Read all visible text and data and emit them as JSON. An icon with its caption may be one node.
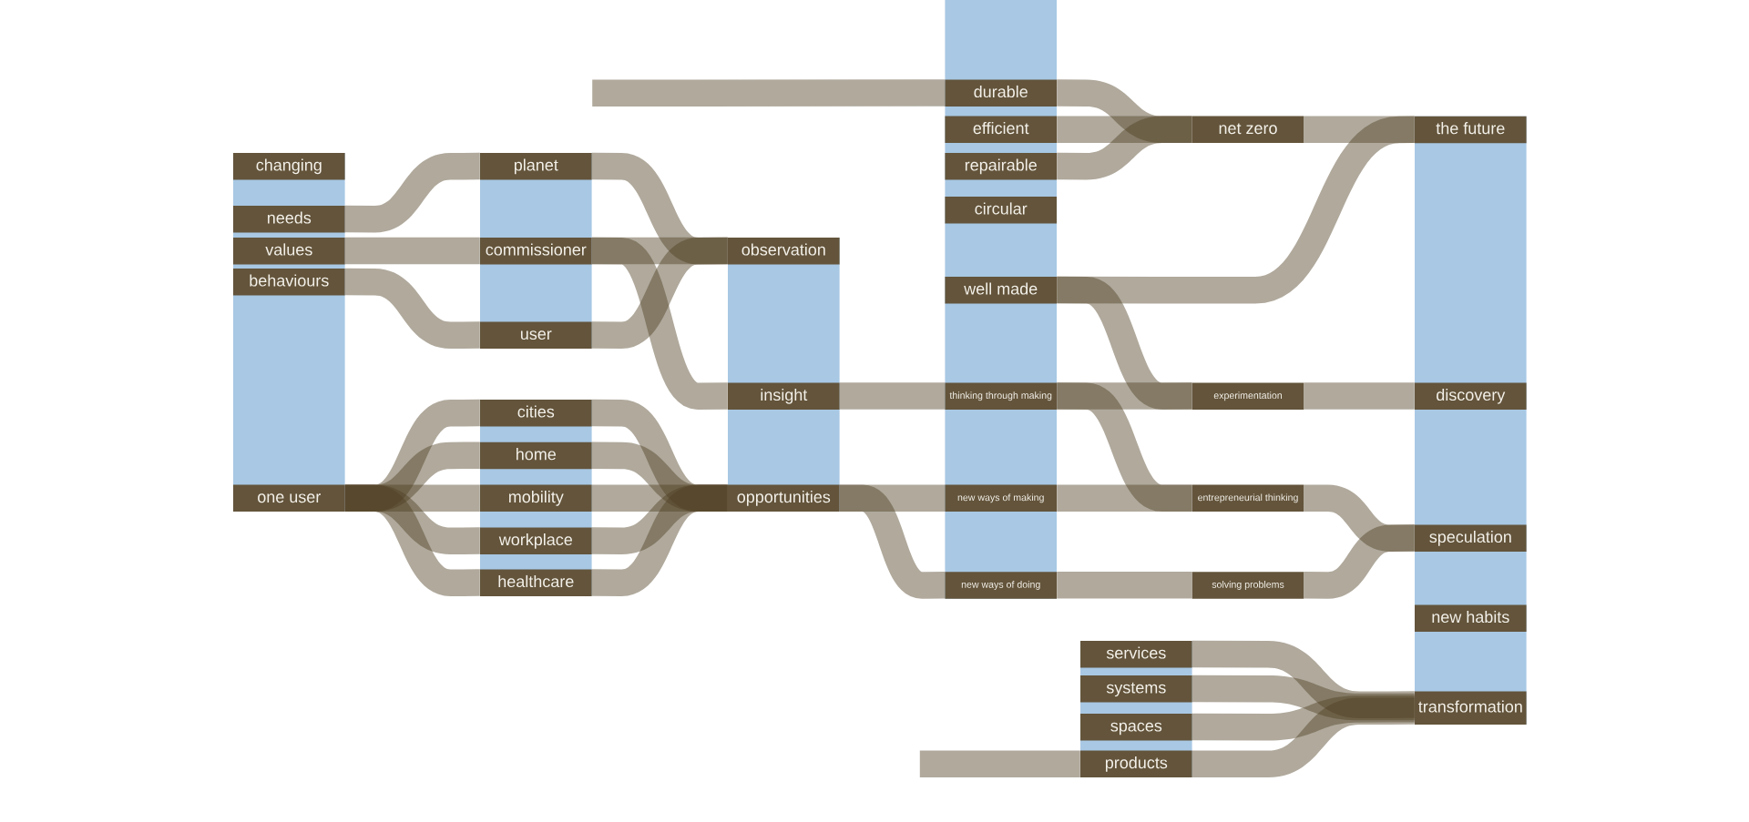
{
  "diagram": {
    "nodes": [
      {
        "text": [],
        "shape": "bar"
      },
      {
        "text": [
          "changing"
        ],
        "in": 0
      },
      {
        "text": [
          "needs"
        ],
        "in": 0
      },
      {
        "text": [
          "values"
        ],
        "in": 0
      },
      {
        "text": [
          "behaviours"
        ],
        "in": 0
      },
      {
        "text": [
          "one user"
        ],
        "in": 0
      },
      {
        "text": [],
        "shape": "bar"
      },
      {
        "text": [
          "planet"
        ],
        "in": 6
      },
      {
        "text": [
          "commissioner"
        ],
        "in": 6
      },
      {
        "text": [
          "user"
        ],
        "in": 6
      },
      {
        "text": [],
        "shape": "bar"
      },
      {
        "text": [
          "cities"
        ],
        "in": 10
      },
      {
        "text": [
          "home"
        ],
        "in": 10
      },
      {
        "text": [
          "mobility"
        ],
        "in": 10
      },
      {
        "text": [
          "workplace"
        ],
        "in": 10
      },
      {
        "text": [
          "healthcare"
        ],
        "in": 10
      },
      {
        "text": [],
        "shape": "bar"
      },
      {
        "text": [
          "observation"
        ],
        "in": 16
      },
      {
        "text": [
          "insight"
        ],
        "in": 16
      },
      {
        "text": [
          "opportunities"
        ],
        "in": 16
      },
      {
        "text": [],
        "shape": "bar"
      },
      {
        "text": [
          "durable"
        ],
        "in": 20
      },
      {
        "text": [
          "efficient"
        ],
        "in": 20
      },
      {
        "text": [
          "repairable"
        ],
        "in": 20
      },
      {
        "text": [
          "circular"
        ],
        "in": 20
      },
      {
        "text": [
          "well made"
        ],
        "in": 20
      },
      {
        "text": [
          "thinking through making"
        ],
        "in": 20
      },
      {
        "text": [
          "new ways of making"
        ],
        "in": 20
      },
      {
        "text": [
          "new ways of doing"
        ],
        "in": 20
      },
      {
        "text": [],
        "shape": "bar"
      },
      {
        "text": [
          "services"
        ],
        "in": 29
      },
      {
        "text": [
          "systems"
        ],
        "in": 29
      },
      {
        "text": [
          "spaces"
        ],
        "in": 29
      },
      {
        "text": [
          "products"
        ],
        "in": 29
      },
      {
        "text": [
          "net zero"
        ]
      },
      {
        "text": [
          "experimentation"
        ]
      },
      {
        "text": [
          "entrepreneurial thinking"
        ]
      },
      {
        "text": [
          "solving problems"
        ]
      },
      {
        "text": [],
        "shape": "bar"
      },
      {
        "text": [
          "the future"
        ],
        "in": 38
      },
      {
        "text": [
          "discovery"
        ],
        "in": 38
      },
      {
        "text": [
          "speculation"
        ],
        "in": 38
      },
      {
        "text": [
          "new habits"
        ],
        "in": 38
      },
      {
        "text": [
          "transformation"
        ],
        "in": 38
      }
    ],
    "edges": [
      {
        "from": 2,
        "to": 7,
        "arrow": "none"
      },
      {
        "from": 3,
        "to": 8,
        "arrow": "none"
      },
      {
        "from": 4,
        "to": 9,
        "arrow": "none"
      },
      {
        "from": 5,
        "to": 11,
        "arrow": "none"
      },
      {
        "from": 5,
        "to": 12,
        "arrow": "none"
      },
      {
        "from": 5,
        "to": 13,
        "arrow": "none"
      },
      {
        "from": 5,
        "to": 14,
        "arrow": "none"
      },
      {
        "from": 5,
        "to": 15,
        "arrow": "none"
      },
      {
        "from": 7,
        "to": 17,
        "arrow": "none"
      },
      {
        "from": 8,
        "to": 17,
        "arrow": "none"
      },
      {
        "from": 8,
        "to": 18,
        "arrow": "none"
      },
      {
        "from": 9,
        "to": 17,
        "arrow": "none"
      },
      {
        "from": 11,
        "to": 19,
        "arrow": "none"
      },
      {
        "from": 12,
        "to": 19,
        "arrow": "none"
      },
      {
        "from": 13,
        "to": 19,
        "arrow": "none"
      },
      {
        "from": 14,
        "to": 19,
        "arrow": "none"
      },
      {
        "from": 15,
        "to": 19,
        "arrow": "none"
      },
      {
        "from": 18,
        "to": 26,
        "arrow": "none"
      },
      {
        "from": 19,
        "to": 27,
        "arrow": "none"
      },
      {
        "from": 19,
        "to": 28,
        "arrow": "none"
      },
      {
        "from": null,
        "to": 21,
        "arrow": "none"
      },
      {
        "from": 21,
        "to": 34,
        "arrow": "none"
      },
      {
        "from": 22,
        "to": 34,
        "arrow": "none"
      },
      {
        "from": 23,
        "to": 34,
        "arrow": "none"
      },
      {
        "from": 25,
        "to": 39,
        "arrow": "none"
      },
      {
        "from": 25,
        "to": 35,
        "arrow": "none"
      },
      {
        "from": 26,
        "to": 35,
        "arrow": "none"
      },
      {
        "from": 26,
        "to": 36,
        "arrow": "none"
      },
      {
        "from": 27,
        "to": 36,
        "arrow": "none"
      },
      {
        "from": 28,
        "to": 37,
        "arrow": "none"
      },
      {
        "from": 34,
        "to": 39,
        "arrow": "none"
      },
      {
        "from": 35,
        "to": 40,
        "arrow": "none"
      },
      {
        "from": 36,
        "to": 41,
        "arrow": "none"
      },
      {
        "from": 37,
        "to": 41,
        "arrow": "none"
      },
      {
        "from": null,
        "to": 33,
        "arrow": "none"
      },
      {
        "from": 30,
        "to": 43,
        "arrow": "none"
      },
      {
        "from": 31,
        "to": 43,
        "arrow": "none"
      },
      {
        "from": 32,
        "to": 43,
        "arrow": "none"
      },
      {
        "from": 33,
        "to": 43,
        "arrow": "none"
      }
    ]
  }
}
